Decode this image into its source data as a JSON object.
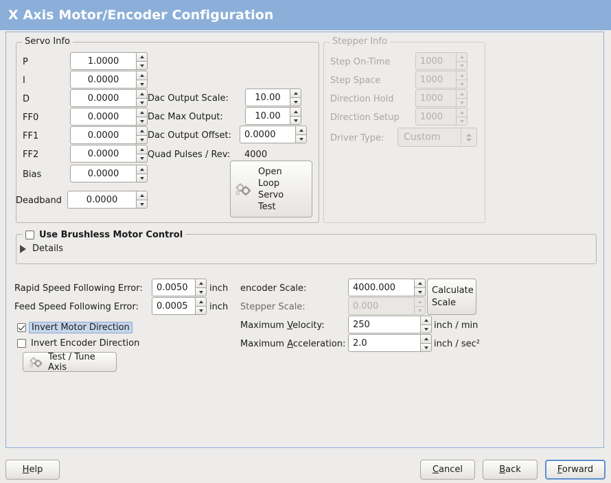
{
  "window": {
    "title": "X Axis Motor/Encoder Configuration",
    "titlebar_color": "#8cafd9",
    "panel_border_color": "#8fb0d8",
    "background_color": "#edecea"
  },
  "servo_info": {
    "legend": "Servo Info",
    "fields": [
      {
        "label": "P",
        "value": "1.0000"
      },
      {
        "label": "I",
        "value": "0.0000"
      },
      {
        "label": "D",
        "value": "0.0000"
      },
      {
        "label": "FF0",
        "value": "0.0000"
      },
      {
        "label": "FF1",
        "value": "0.0000"
      },
      {
        "label": "FF2",
        "value": "0.0000"
      },
      {
        "label": "Bias",
        "value": "0.0000"
      },
      {
        "label": "Deadband",
        "value": "0.0000"
      }
    ],
    "dac": [
      {
        "label": "Dac Output Scale:",
        "value": "10.00"
      },
      {
        "label": "Dac Max Output:",
        "value": "10.00"
      },
      {
        "label": "Dac Output Offset:",
        "value": "0.0000"
      }
    ],
    "quad_pulses_label": "Quad Pulses / Rev:",
    "quad_pulses_value": "4000",
    "open_loop_button": {
      "icon": "gears-icon",
      "lines": [
        "Open",
        "Loop",
        "Servo",
        "Test"
      ]
    }
  },
  "stepper_info": {
    "legend": "Stepper Info",
    "enabled": false,
    "fields": [
      {
        "label": "Step On-Time",
        "value": "1000"
      },
      {
        "label": "Step Space",
        "value": "1000"
      },
      {
        "label": "Direction Hold",
        "value": "1000"
      },
      {
        "label": "Direction Setup",
        "value": "1000"
      }
    ],
    "driver_type_label": "Driver Type:",
    "driver_type_value": "Custom"
  },
  "brushless": {
    "checkbox_label": "Use Brushless Motor Control",
    "checked": false,
    "details_label": "Details",
    "details_expanded": false
  },
  "tuning": {
    "rapid_following_error": {
      "label": "Rapid Speed Following Error:",
      "value": "0.0050",
      "unit": "inch"
    },
    "feed_following_error": {
      "label": "Feed Speed Following Error:",
      "value": "0.0005",
      "unit": "inch"
    },
    "invert_motor": {
      "label": "Invert Motor Direction",
      "checked": true,
      "focused": true
    },
    "invert_encoder": {
      "label": "Invert Encoder Direction",
      "checked": false,
      "focused": false
    },
    "test_tune_button": {
      "icon": "gears-icon",
      "label": "Test / Tune Axis"
    }
  },
  "scales": {
    "encoder_scale": {
      "label": "encoder Scale:",
      "value": "4000.000",
      "enabled": true
    },
    "stepper_scale": {
      "label": "Stepper Scale:",
      "value": "0.000",
      "enabled": false
    },
    "calculate_button": {
      "lines": [
        "Calculate",
        "Scale"
      ]
    },
    "max_velocity": {
      "label_pre": "Maximum ",
      "label_mnemonic": "V",
      "label_post": "elocity:",
      "value": "250",
      "unit": "inch / min"
    },
    "max_acceleration": {
      "label_pre": "Maximum ",
      "label_mnemonic": "A",
      "label_post": "cceleration:",
      "value": "2.0",
      "unit": "inch / sec²"
    }
  },
  "footer": {
    "help": {
      "mnemonic": "H",
      "rest": "elp",
      "focused": false
    },
    "cancel": {
      "mnemonic": "C",
      "rest": "ancel",
      "focused": false
    },
    "back": {
      "mnemonic": "B",
      "rest": "ack",
      "focused": false
    },
    "forward": {
      "mnemonic": "F",
      "rest": "orward",
      "focused": true
    }
  }
}
